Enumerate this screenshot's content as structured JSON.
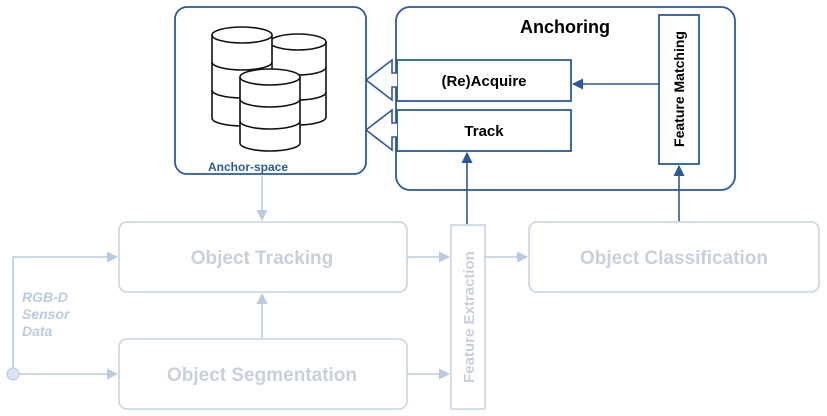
{
  "colors": {
    "active_blue": "#2a5a9e",
    "faded_box": "#cfd9e6",
    "faded_text": "#c9d0db",
    "sensor_text": "#b9cbe0"
  },
  "anchoring": {
    "title": "Anchoring",
    "reacquire": "(Re)Acquire",
    "track": "Track",
    "feature_matching": "Feature Matching"
  },
  "anchor_space": {
    "label": "Anchor-space",
    "icon": "database-icon"
  },
  "pipeline": {
    "object_tracking": "Object Tracking",
    "object_segmentation": "Object Segmentation",
    "feature_extraction": "Feature Extraction",
    "object_classification": "Object Classification"
  },
  "sensor": {
    "line1": "RGB-D",
    "line2": "Sensor",
    "line3": "Data"
  }
}
